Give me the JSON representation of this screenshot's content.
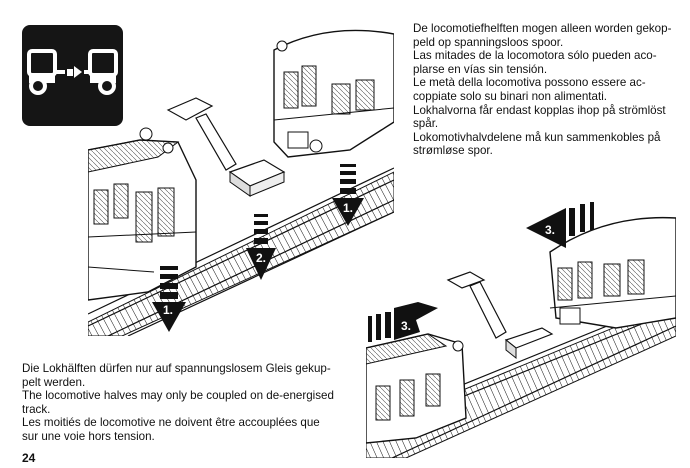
{
  "page": {
    "number": "24"
  },
  "text_right": [
    "De locomotiefhelften mogen alleen worden gekop-",
    "peld op spanningsloos spoor.",
    "Las mitades de la locomotora sólo pueden aco-",
    "plarse en vías sin tensión.",
    "Le metà della locomotiva possono essere ac-",
    "coppiate solo su binari non alimentati.",
    "Lokhalvorna får endast kopplas ihop på strömlöst",
    "spår.",
    "Lokomotivhalvdelene må kun sammenkobles på",
    "strømløse spor."
  ],
  "text_left": [
    "Die Lokhälften dürfen nur auf spannungslosem Gleis gekup-",
    "pelt werden.",
    "The locomotive halves may only be coupled on de-energised",
    "track.",
    "Les moitiés de locomotive ne doivent être accouplées que",
    "sur une voie hors tension."
  ],
  "steps_top": [
    "1.",
    "2.",
    "1."
  ],
  "steps_bottom": [
    "3.",
    "3."
  ],
  "icons": [
    "coupling-icon",
    "track-icon",
    "coupler-tool-icon",
    "arrow-down-icon",
    "arrow-right-icon",
    "arrow-left-icon"
  ],
  "colors": {
    "ink": "#111111",
    "paper": "#ffffff",
    "icon_bg": "#151515"
  }
}
